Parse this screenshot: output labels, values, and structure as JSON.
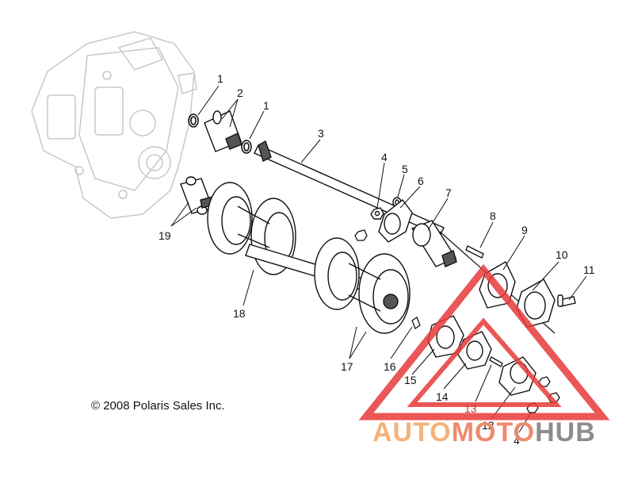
{
  "callouts": [
    {
      "label": "1"
    },
    {
      "label": "2"
    },
    {
      "label": "1"
    },
    {
      "label": "3"
    },
    {
      "label": "4"
    },
    {
      "label": "5"
    },
    {
      "label": "6"
    },
    {
      "label": "7"
    },
    {
      "label": "8"
    },
    {
      "label": "9"
    },
    {
      "label": "10"
    },
    {
      "label": "11"
    },
    {
      "label": "19"
    },
    {
      "label": "18"
    },
    {
      "label": "17"
    },
    {
      "label": "16"
    },
    {
      "label": "15"
    },
    {
      "label": "14"
    },
    {
      "label": "13"
    },
    {
      "label": "12"
    },
    {
      "label": "4"
    }
  ],
  "copyright": "© 2008 Polaris Sales Inc.",
  "watermark": {
    "part1": "AUTO",
    "part2": "MOTO",
    "part3": "HUB"
  },
  "colors": {
    "line": "#111111",
    "ghost": "#c8c8c8",
    "watermark_red": "#e83a3a",
    "watermark_orange": "#f4b27a",
    "watermark_gray": "#8d8d8d"
  }
}
